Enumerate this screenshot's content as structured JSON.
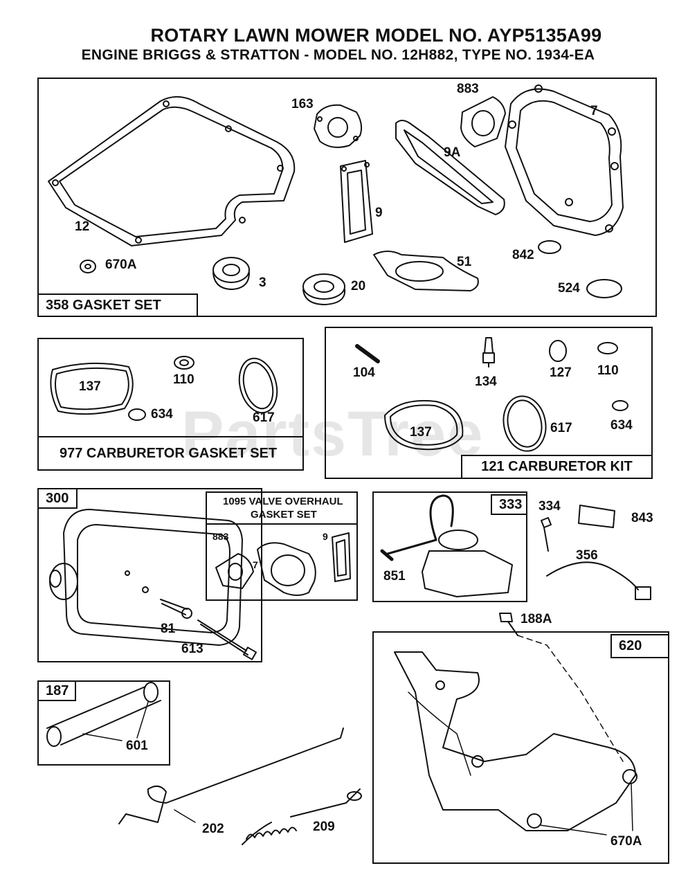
{
  "title": "ROTARY LAWN MOWER MODEL NO. AYP5135A99",
  "subtitle": "ENGINE BRIGGS & STRATTON - MODEL NO. 12H882, TYPE NO. 1934-EA",
  "watermark": "PartsTree",
  "sections": {
    "gasket_set": "358 GASKET SET",
    "carb_gasket_set": "977 CARBURETOR GASKET SET",
    "carb_kit": "121 CARBURETOR KIT",
    "valve_overhaul_line1": "1095 VALVE OVERHAUL",
    "valve_overhaul_line2": "GASKET SET",
    "muffler": "300",
    "ignition": "333",
    "bracket": "620",
    "hose": "187"
  },
  "callouts": {
    "p163": "163",
    "p883": "883",
    "p7": "7",
    "p9A": "9A",
    "p12": "12",
    "p9": "9",
    "p670A_top": "670A",
    "p3": "3",
    "p20": "20",
    "p51": "51",
    "p842": "842",
    "p524": "524",
    "c137": "137",
    "c110": "110",
    "c617": "617",
    "c634": "634",
    "k104": "104",
    "k134": "134",
    "k127": "127",
    "k110": "110",
    "k137": "137",
    "k617": "617",
    "k634": "634",
    "v883": "883",
    "v7": "7",
    "v9": "9",
    "m81": "81",
    "m613": "613",
    "i334": "334",
    "i843": "843",
    "i356": "356",
    "i851": "851",
    "b188A": "188A",
    "b670A": "670A",
    "h601": "601",
    "l202": "202",
    "l209": "209"
  }
}
